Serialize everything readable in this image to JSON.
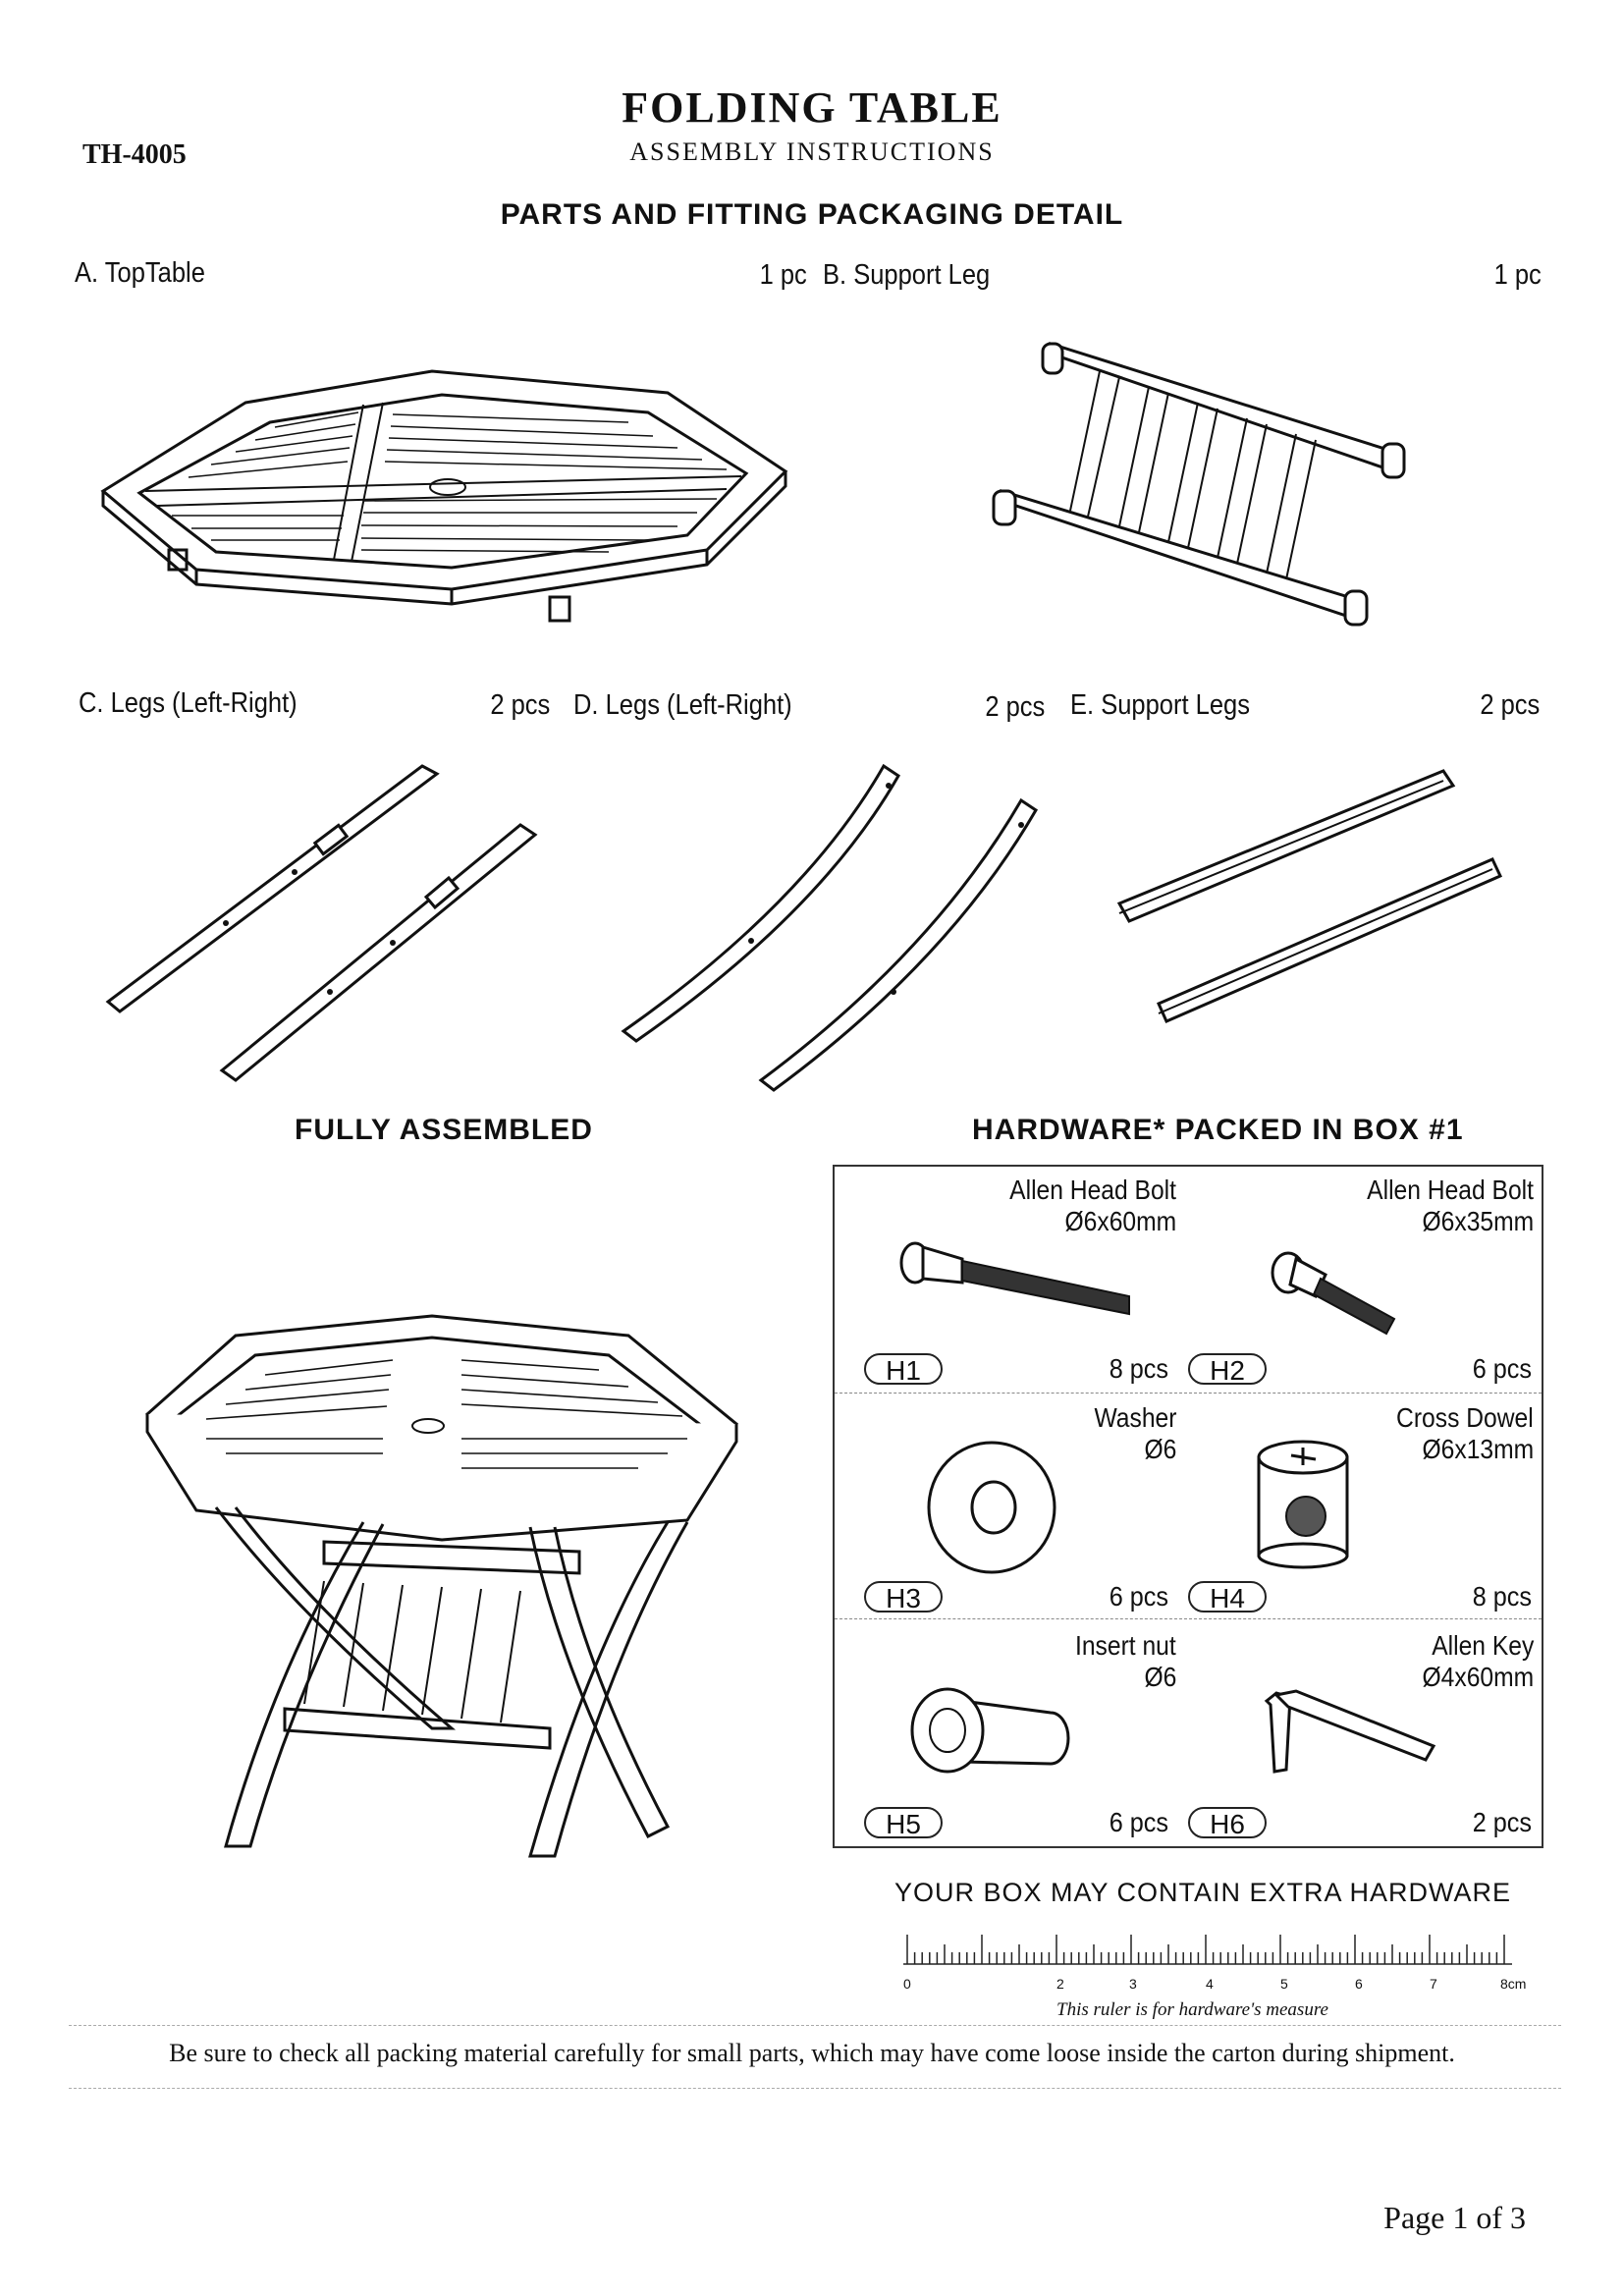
{
  "header": {
    "title": "FOLDING TABLE",
    "subtitle": "ASSEMBLY INSTRUCTIONS",
    "model": "TH-4005"
  },
  "parts_section": {
    "heading": "PARTS AND FITTING PACKAGING DETAIL",
    "parts": [
      {
        "label": "A. TopTable",
        "qty": "1 pc"
      },
      {
        "label": "B. Support Leg",
        "qty": "1 pc"
      },
      {
        "label": "C. Legs (Left-Right)",
        "qty": "2 pcs"
      },
      {
        "label": "D. Legs (Left-Right)",
        "qty": "2 pcs"
      },
      {
        "label": "E. Support Legs",
        "qty": "2 pcs"
      }
    ]
  },
  "assembled": {
    "heading": "FULLY ASSEMBLED"
  },
  "hardware": {
    "heading": "HARDWARE* PACKED IN BOX #1",
    "items": [
      {
        "code": "H1",
        "name": "Allen Head Bolt",
        "size": "Ø6x60mm",
        "qty": "8 pcs",
        "icon": "long-bolt-icon"
      },
      {
        "code": "H2",
        "name": "Allen Head Bolt",
        "size": "Ø6x35mm",
        "qty": "6 pcs",
        "icon": "short-bolt-icon"
      },
      {
        "code": "H3",
        "name": "Washer",
        "size": "Ø6",
        "qty": "6 pcs",
        "icon": "washer-icon"
      },
      {
        "code": "H4",
        "name": "Cross Dowel",
        "size": "Ø6x13mm",
        "qty": "8 pcs",
        "icon": "cross-dowel-icon"
      },
      {
        "code": "H5",
        "name": "Insert nut",
        "size": "Ø6",
        "qty": "6 pcs",
        "icon": "insert-nut-icon"
      },
      {
        "code": "H6",
        "name": "Allen Key",
        "size": "Ø4x60mm",
        "qty": "2 pcs",
        "icon": "allen-key-icon"
      }
    ],
    "extra_note": "YOUR BOX MAY CONTAIN EXTRA HARDWARE"
  },
  "ruler": {
    "numbers": [
      "0",
      "2",
      "3",
      "4",
      "5",
      "6",
      "7",
      "8cm"
    ],
    "caption": "This ruler is for hardware's measure"
  },
  "footer": {
    "note": "Be sure to check all packing material carefully for small parts, which may have come loose inside the carton during shipment.",
    "page": "Page 1 of 3"
  }
}
